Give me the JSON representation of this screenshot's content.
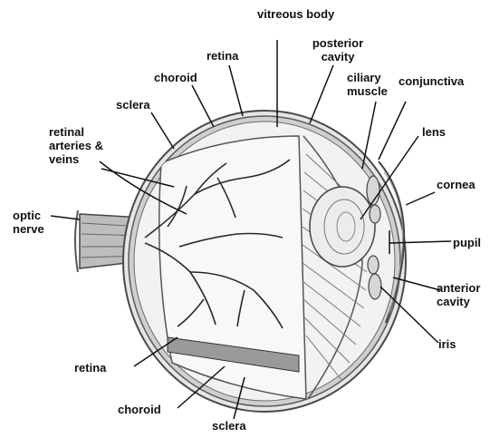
{
  "labels": {
    "vitreous_body": "vitreous body",
    "retina_top": "retina",
    "posterior_cavity": "posterior cavity",
    "choroid_top": "choroid",
    "sclera_top": "sclera",
    "ciliary_muscle": "ciliary muscle",
    "conjunctiva": "conjunctiva",
    "retinal_arteries_veins": "retinal arteries & veins",
    "lens": "lens",
    "cornea": "cornea",
    "optic_nerve": "optic nerve",
    "pupil": "pupil",
    "anterior_cavity": "anterior cavity",
    "iris": "iris",
    "retina_bottom": "retina",
    "choroid_bottom": "choroid",
    "sclera_bottom": "sclera"
  },
  "colors": {
    "line": "#111111",
    "outline": "#4a4a4a",
    "tissue": "#dcdcdc",
    "interior": "#f4f4f4",
    "vessel": "#2a2a2a"
  }
}
